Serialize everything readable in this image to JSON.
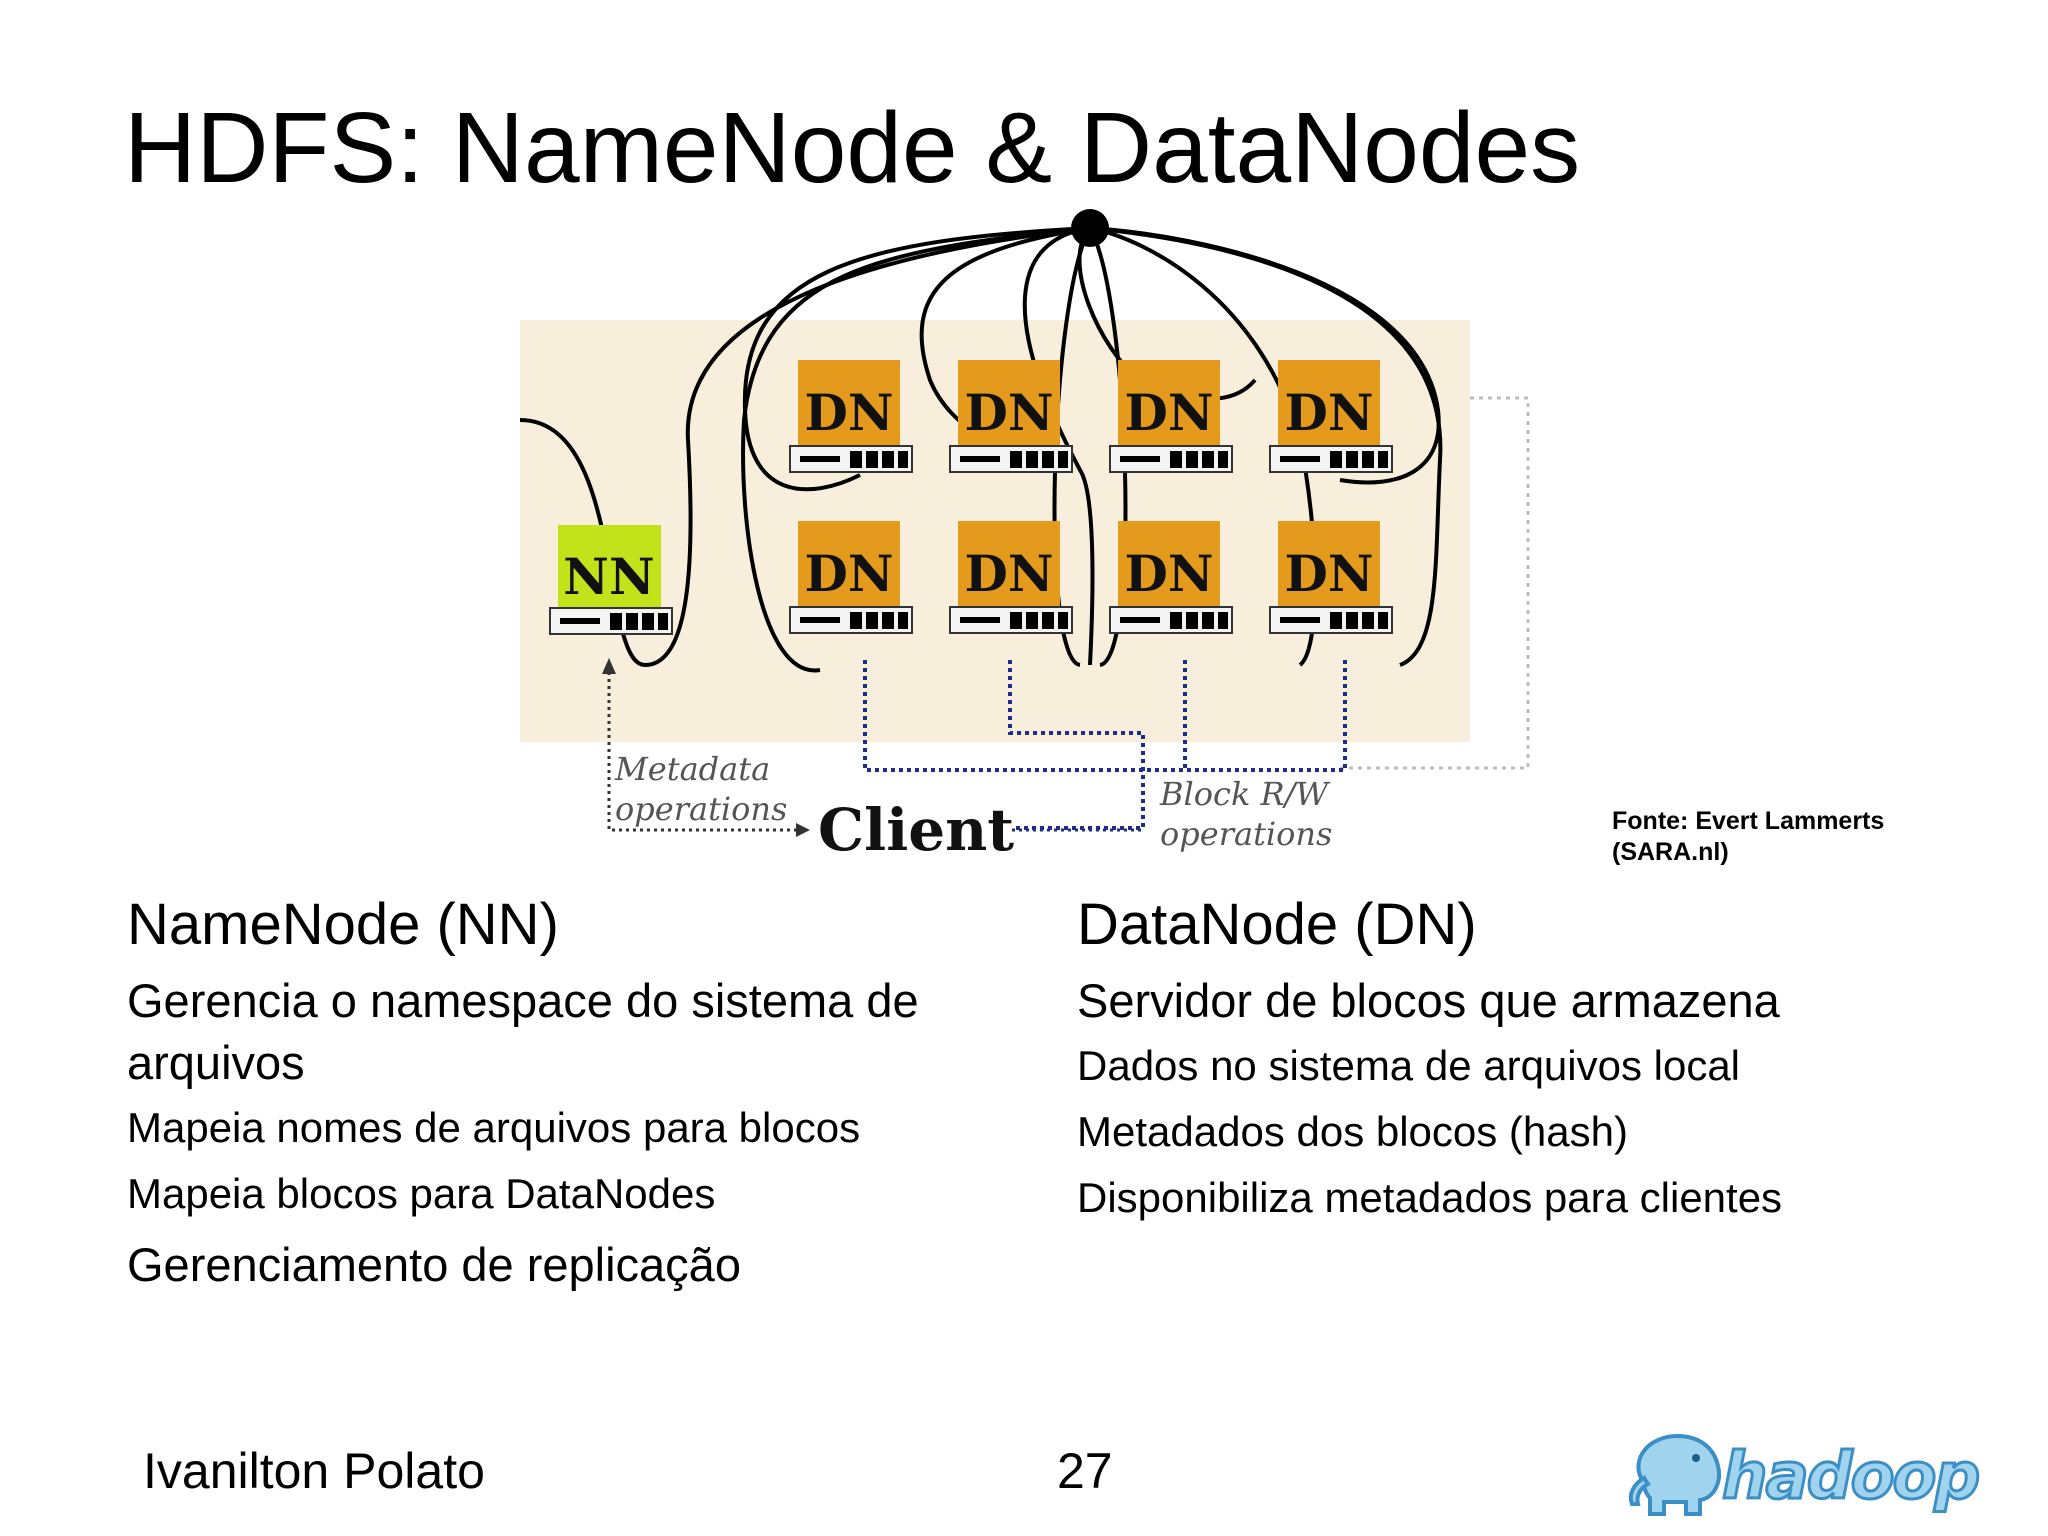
{
  "title": "HDFS: NameNode & DataNodes",
  "diagram": {
    "namenode_label": "NN",
    "datanode_label": "DN",
    "datanode_count": 8,
    "metadata_label": [
      "Metadata",
      "operations"
    ],
    "block_label": [
      "Block R/W",
      "operations"
    ],
    "client_label": "Client",
    "colors": {
      "cluster_bg": "#f8eedc",
      "datanode": "#e49a1c",
      "namenode": "#c2e21a",
      "dotted_link": "#1e2c8a"
    }
  },
  "source_note": [
    "Fonte: Evert Lammerts",
    "(SARA.nl)"
  ],
  "namenode_section": {
    "heading": "NameNode (NN)",
    "items": [
      "Gerencia o namespace do sistema de arquivos",
      "Mapeia nomes de arquivos para blocos",
      "Mapeia blocos para DataNodes",
      "Gerenciamento de replicação"
    ]
  },
  "datanode_section": {
    "heading": "DataNode (DN)",
    "items": [
      "Servidor de blocos que armazena",
      "Dados no sistema de arquivos local",
      "Metadados dos blocos (hash)",
      "Disponibiliza metadados para clientes"
    ]
  },
  "footer": {
    "author": "Ivanilton Polato",
    "page": "27",
    "logo_text": "hadoop",
    "logo_icon": "hadoop-elephant-icon"
  }
}
